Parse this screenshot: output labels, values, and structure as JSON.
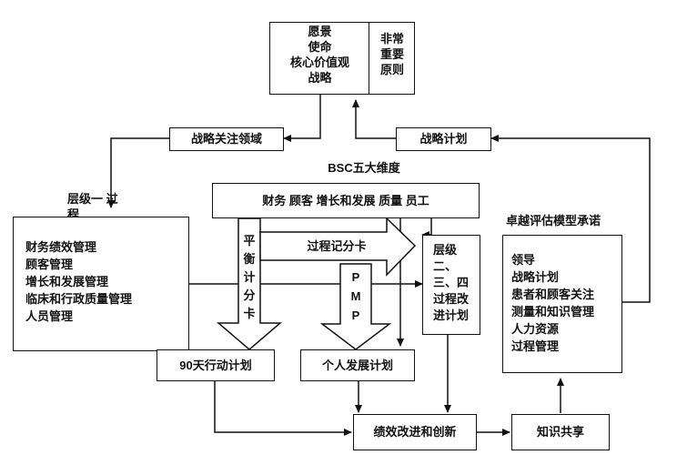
{
  "top_box": {
    "left_lines": [
      "愿景",
      "使命",
      "核心价值观",
      "战略"
    ],
    "right_lines": [
      "非常",
      "重要",
      "原则"
    ]
  },
  "strategic_focus": "战略关注领域",
  "strategic_plan": "战略计划",
  "bsc_title": "BSC五大维度",
  "bsc_dims": "财务 顾客 增长和发展 质量 员工",
  "level_label": "层级一   过程",
  "management_lines": [
    "财务绩效管理",
    "顾客管理",
    "增长和发展管理",
    "临床和行政质量管理",
    "人员管理"
  ],
  "balanced_scorecard_chars": [
    "平",
    "衡",
    "计",
    "分",
    "卡"
  ],
  "process_scorecard": "过程记分卡",
  "pmp_chars": [
    "P",
    "M",
    "P"
  ],
  "level_box_lines": [
    "层级",
    "二、",
    "三、四",
    "过程改",
    "进计划"
  ],
  "excellence_title": "卓越评估模型承诺",
  "excellence_lines": [
    "领导",
    "战略计划",
    "患者和顾客关注",
    "测量和知识管理",
    "人力资源",
    "过程管理"
  ],
  "plan_90": "90天行动计划",
  "personal_plan": "个人发展计划",
  "improvement": "绩效改进和创新",
  "knowledge": "知识共享"
}
